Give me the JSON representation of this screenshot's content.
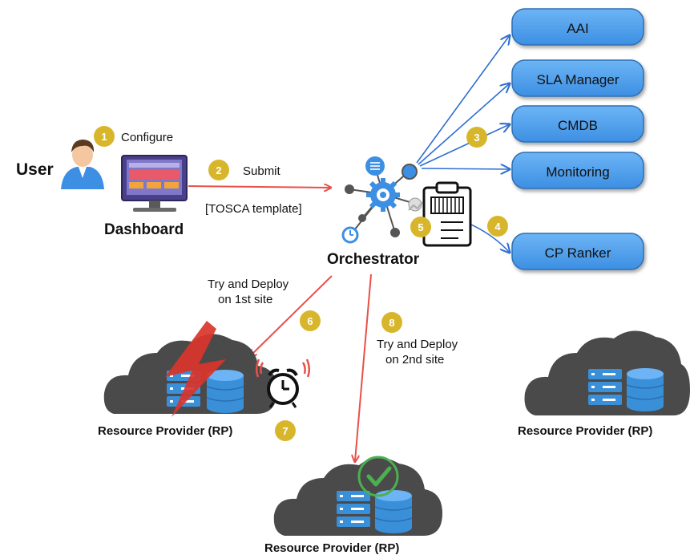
{
  "actors": {
    "user": "User",
    "dashboard": "Dashboard",
    "orchestrator": "Orchestrator"
  },
  "services": [
    "AAI",
    "SLA Manager",
    "CMDB",
    "Monitoring",
    "CP Ranker"
  ],
  "steps": {
    "s1": {
      "num": "1",
      "label": "Configure"
    },
    "s2": {
      "num": "2",
      "label": "Submit",
      "sublabel": "[TOSCA template]"
    },
    "s3": {
      "num": "3"
    },
    "s4": {
      "num": "4"
    },
    "s5": {
      "num": "5"
    },
    "s6": {
      "num": "6",
      "line1": "Try and Deploy",
      "line2": "on 1st site"
    },
    "s7": {
      "num": "7"
    },
    "s8": {
      "num": "8",
      "line1": "Try and Deploy",
      "line2": "on 2nd site"
    }
  },
  "resource_providers": {
    "rp1": "Resource Provider (RP)",
    "rp2": "Resource Provider (RP)",
    "rp3": "Resource Provider (RP)"
  },
  "colors": {
    "service_box": "#4a9ff0",
    "service_border": "#2f6fb5",
    "badge": "#d8b62c",
    "arrow_blue": "#2d6fd1",
    "arrow_red": "#e8504a",
    "cloud": "#4a4a4a",
    "server": "#3a8fd9",
    "failure": "#d9342b",
    "success": "#4caf50"
  }
}
